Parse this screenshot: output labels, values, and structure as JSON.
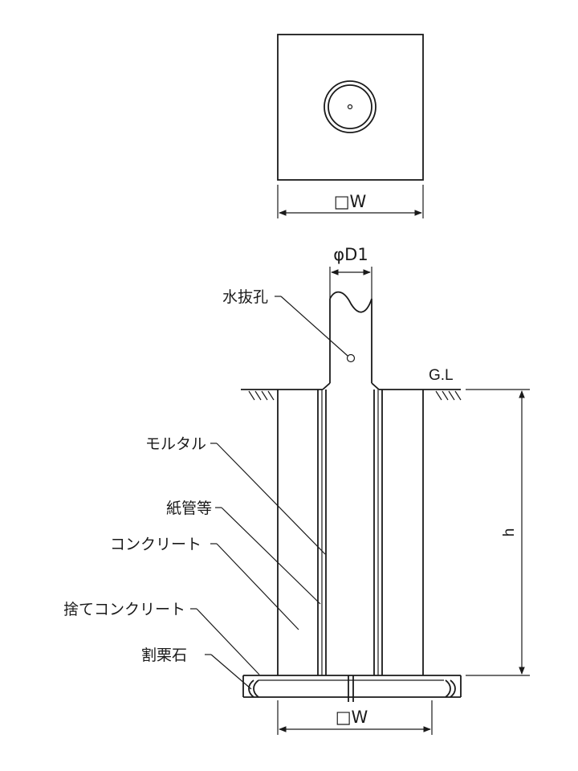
{
  "plan_view": {
    "width_label": "□W"
  },
  "elevation": {
    "diameter_label": "φD1",
    "ground_label": "G.L",
    "height_label": "h",
    "bottom_width_label": "□W"
  },
  "callouts": {
    "drain_hole": "水抜孔",
    "mortar": "モルタル",
    "paper_tube": "紙管等",
    "concrete": "コンクリート",
    "lean_concrete": "捨てコンクリート",
    "crushed_stone": "割栗石"
  },
  "colors": {
    "line": "#1a1a1a",
    "background": "#ffffff"
  }
}
